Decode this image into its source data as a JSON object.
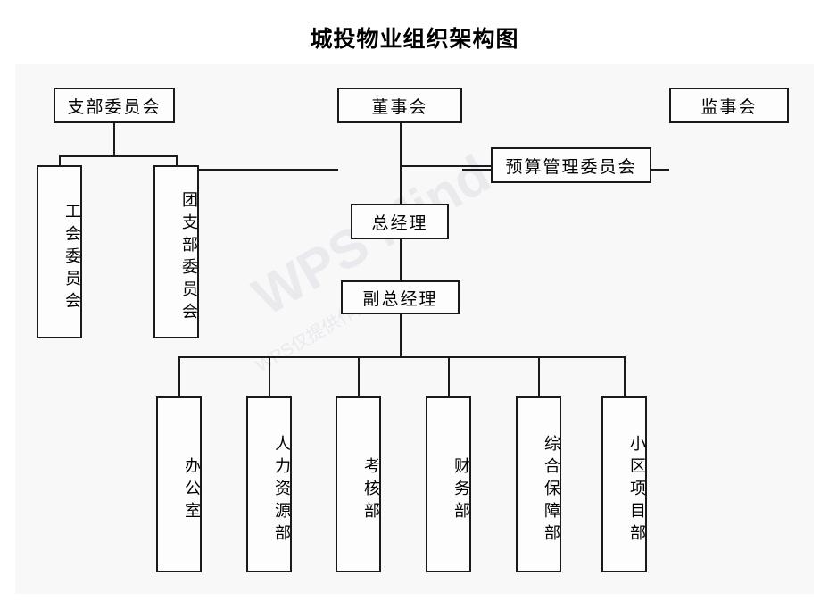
{
  "title": "城投物业组织架构图",
  "watermark": {
    "main": "WPS Mind",
    "sub": "WPS仅提供作图能力"
  },
  "nodes": {
    "party_branch": "支部委员会",
    "board": "董事会",
    "supervisors": "监事会",
    "budget_committee": "预算管理委员会",
    "general_manager": "总经理",
    "deputy_general_manager": "副总经理",
    "union_committee": "工会委员会",
    "youth_league": "团支部委员会"
  },
  "departments": [
    {
      "label": "办公室"
    },
    {
      "label": "人力资源部"
    },
    {
      "label": "考核部"
    },
    {
      "label": "财务部"
    },
    {
      "label": "综合保障部"
    },
    {
      "label": "小区项目部"
    }
  ],
  "colors": {
    "canvas_background": "#f8f8f9",
    "box_border": "#1a1a1a",
    "box_fill": "#fdfdfd",
    "line": "#1a1a1a",
    "text": "#000000",
    "watermark": "#c9c9d6"
  }
}
